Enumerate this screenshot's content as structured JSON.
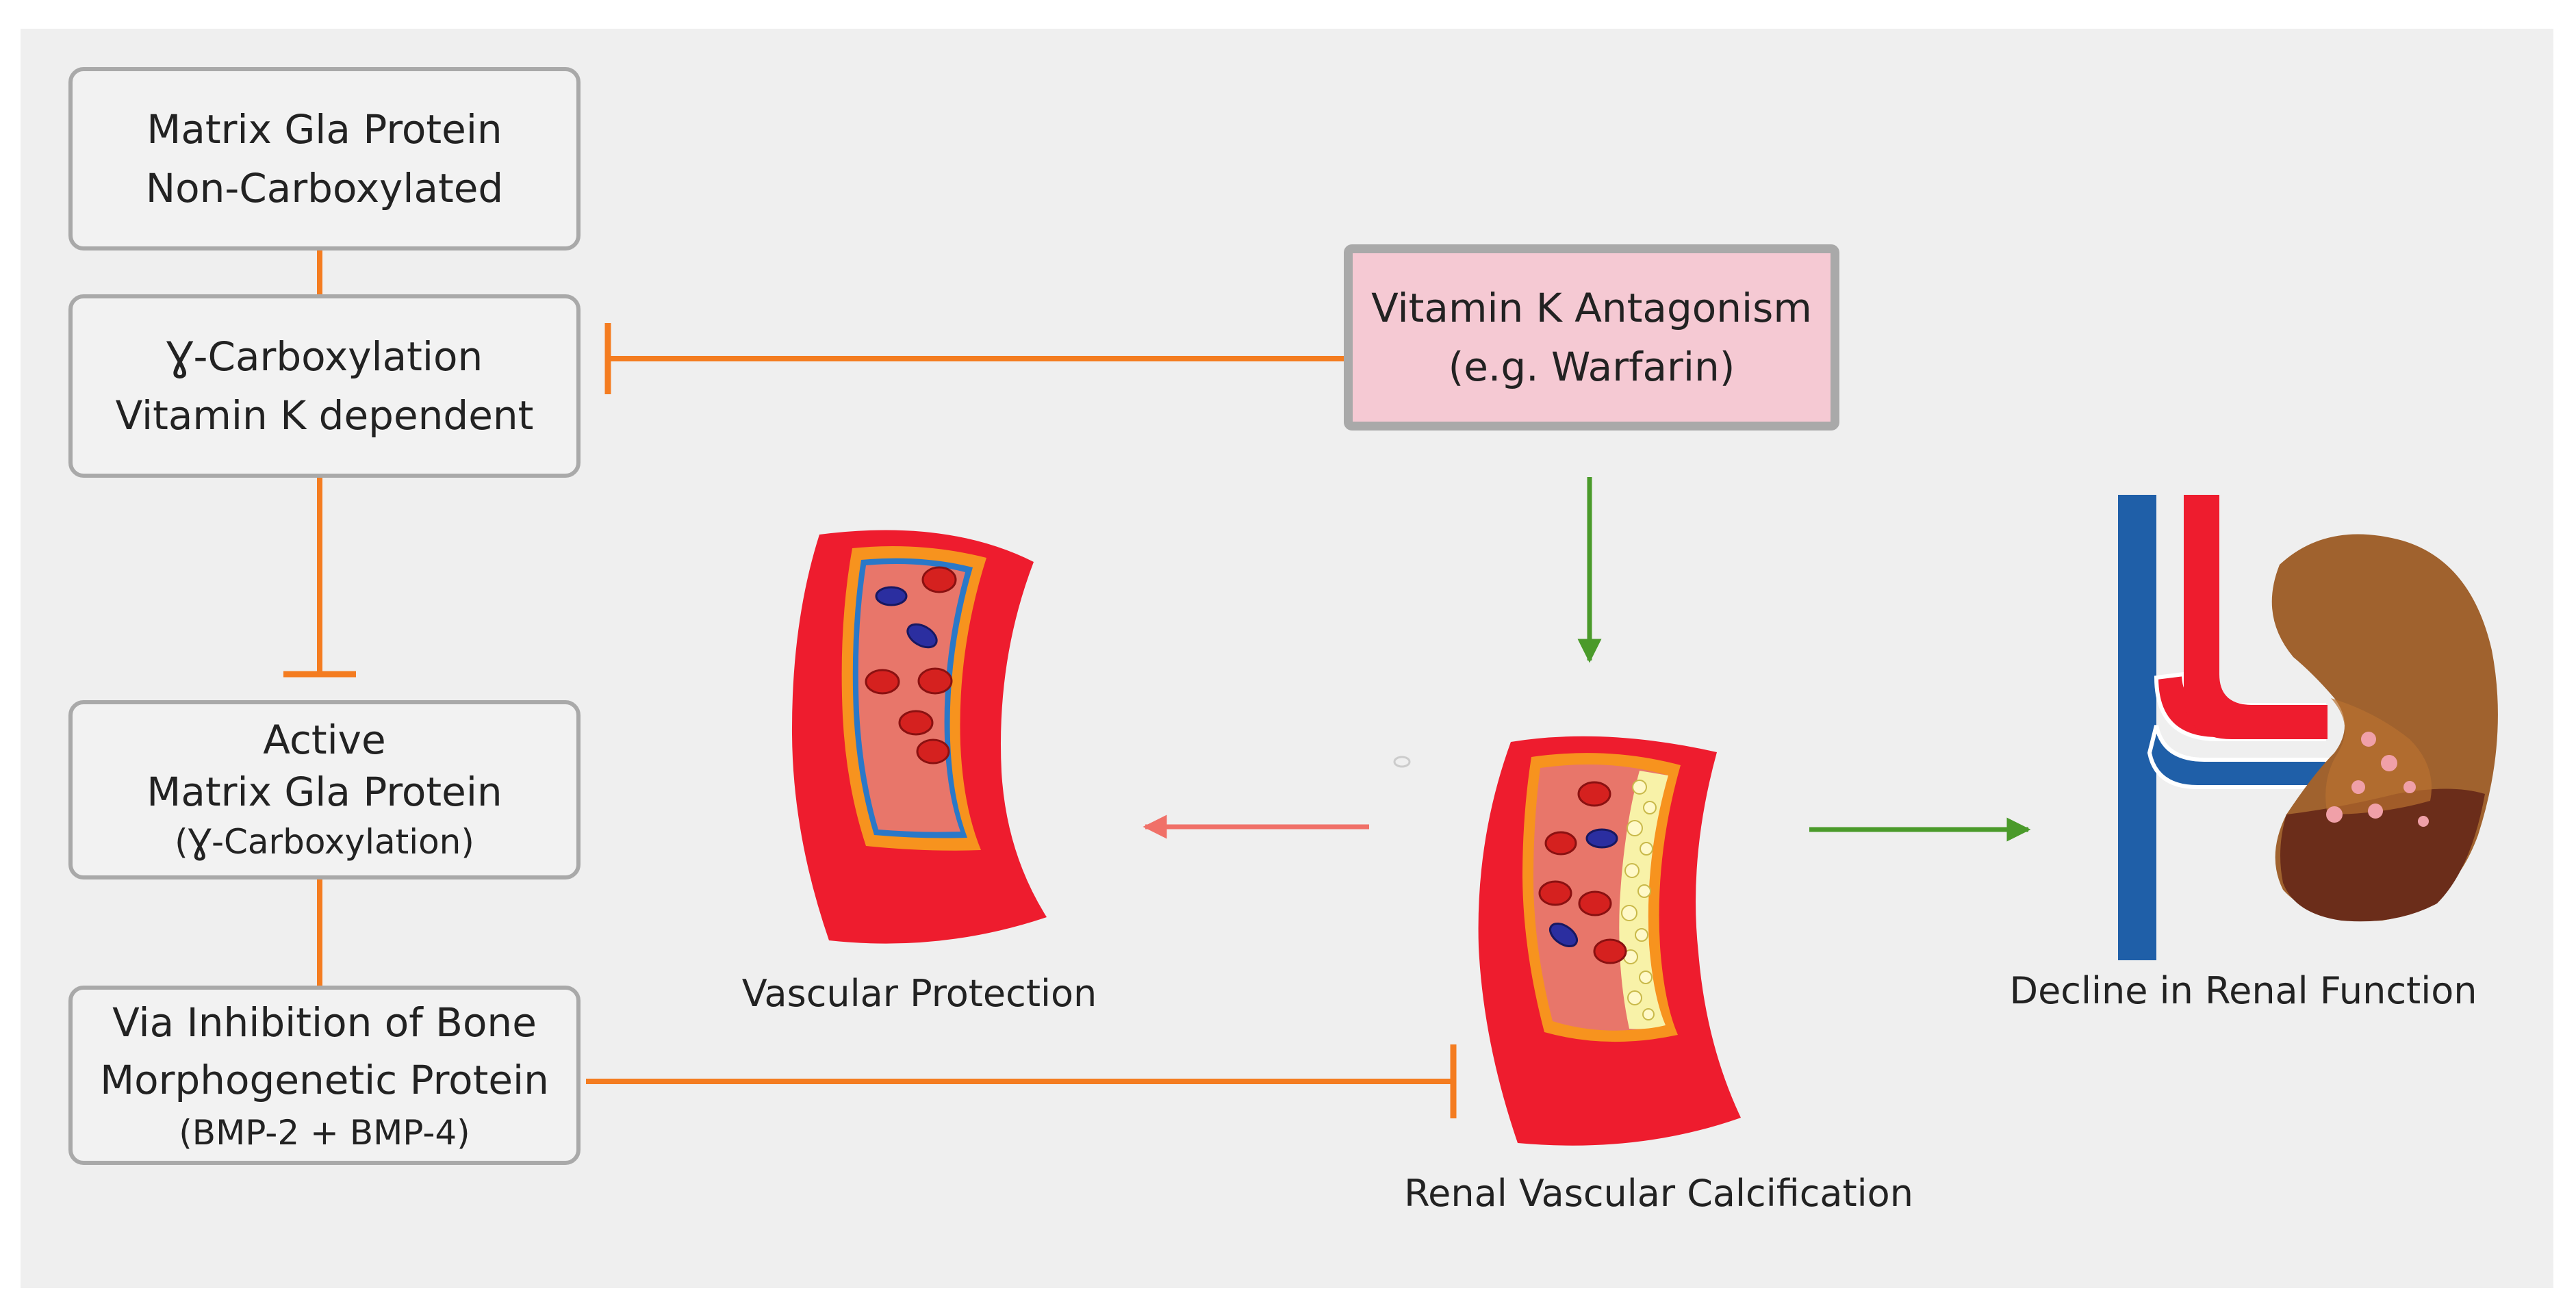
{
  "diagram": {
    "boxes": {
      "mgp_noncarboxylated": {
        "line1": "Matrix Gla Protein",
        "line2": "Non-Carboxylated"
      },
      "gamma_carboxylation": {
        "line1": "Ɣ-Carboxylation",
        "line2": "Vitamin K dependent"
      },
      "active_mgp": {
        "line1": "Active",
        "line2": "Matrix Gla Protein",
        "line3": "(Ɣ-Carboxylation)"
      },
      "bmp_inhibition": {
        "line1": "Via Inhibition of Bone",
        "line2": "Morphogenetic Protein",
        "line3": "(BMP-2 + BMP-4)"
      },
      "vitamin_k_antagonism": {
        "line1": "Vitamin K Antagonism",
        "line2": "(e.g. Warfarin)"
      }
    },
    "labels": {
      "vascular_protection": "Vascular Protection",
      "renal_vascular_calcification": "Renal Vascular Calcification",
      "decline_renal_function": "Decline in Renal Function"
    },
    "colors": {
      "panel": "#efefef",
      "inhibit_connector": "#f47c20",
      "promote_arrow": "#4a9a2a",
      "protect_arrow": "#f07068",
      "antagonism_box": "#f5c9d3",
      "vessel_red": "#ee1c2e",
      "vessel_orange": "#f7931e",
      "kidney_brown": "#a0622e",
      "kidney_dark": "#6b2d1a",
      "vein_blue": "#1f5fa8",
      "calcium_yellow": "#f8f2a8"
    },
    "icons": [
      "blood-vessel-healthy",
      "blood-vessel-calcified",
      "kidney-with-vessels"
    ]
  }
}
